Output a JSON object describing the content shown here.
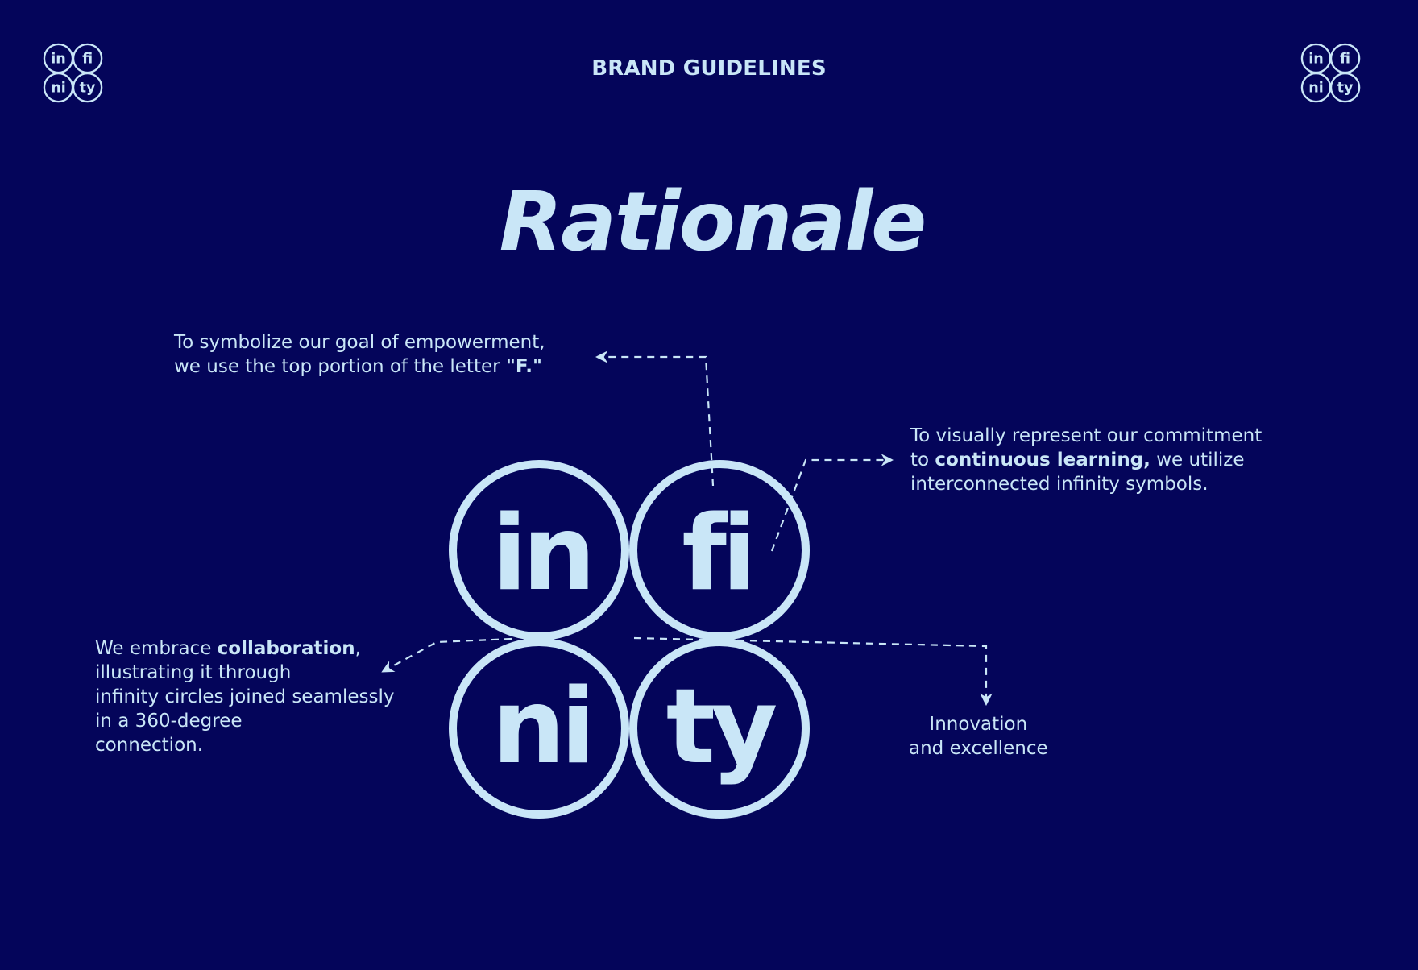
{
  "header": {
    "title": "BRAND GUIDELINES",
    "logo_left": {
      "icon": "infinity-logo-icon",
      "syllables": [
        "in",
        "fi",
        "ni",
        "ty"
      ]
    },
    "logo_right": {
      "icon": "infinity-logo-icon",
      "syllables": [
        "in",
        "fi",
        "ni",
        "ty"
      ]
    }
  },
  "page": {
    "title": "Rationale"
  },
  "logo": {
    "syllables": [
      "in",
      "fi",
      "ni",
      "ty"
    ],
    "colors": {
      "background": "#04055a",
      "foreground": "#c9e6f7"
    }
  },
  "annotations": {
    "empowerment": {
      "line1": "To symbolize our goal of empowerment,",
      "line2_prefix": "we use the top portion of the letter ",
      "line2_bold": "\"F.\""
    },
    "learning": {
      "line1": "To visually represent our commitment",
      "line2_prefix": "to ",
      "line2_bold": "continuous learning,",
      "line2_suffix": " we utilize",
      "line3": "interconnected infinity symbols."
    },
    "collaboration": {
      "line1_prefix": "We embrace ",
      "line1_bold": "collaboration",
      "line1_suffix": ",",
      "line2": "illustrating it through",
      "line3": "infinity circles joined seamlessly",
      "line4": "in a 360-degree",
      "line5": "connection."
    },
    "innovation": {
      "line1": "Innovation",
      "line2": "and excellence"
    }
  }
}
